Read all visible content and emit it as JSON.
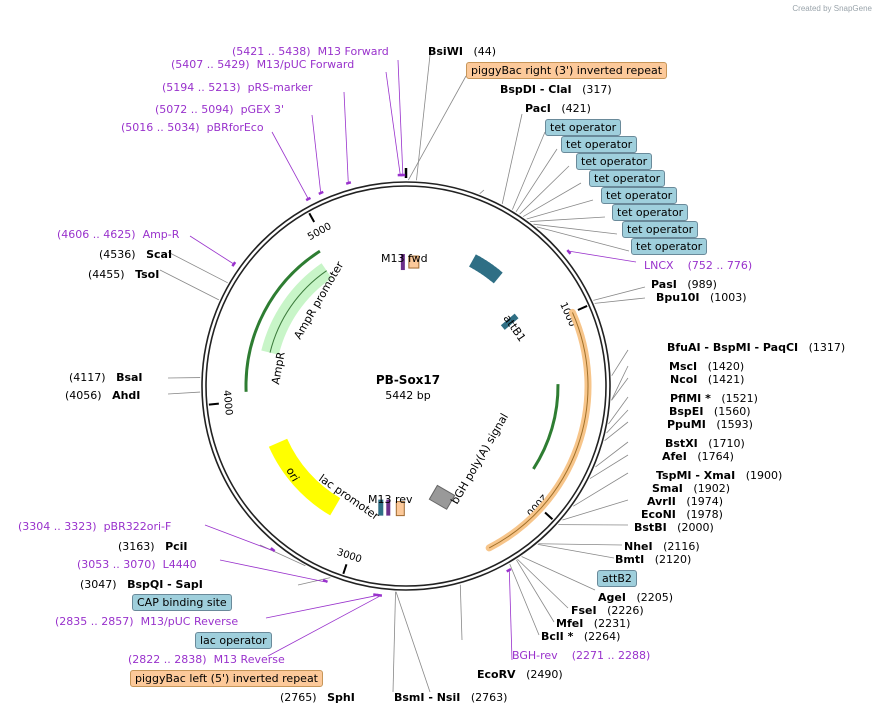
{
  "app": {
    "credit": "Created by  SnapGene"
  },
  "plasmid": {
    "name": "PB-Sox17",
    "size_label": "5442 bp",
    "total_bp": 5442
  },
  "colors": {
    "primer": "#9932cc",
    "operator_box": "#9fcfdc",
    "repeat_box": "#fcc99a",
    "promoter": "#c8f5c8",
    "ori": "#ffff00",
    "polyA": "#f7c58a",
    "marker": "#2e7d32"
  },
  "tick_labels": [
    "1000",
    "2000",
    "3000",
    "4000",
    "5000"
  ],
  "sites": [
    {
      "name": "BsiWI",
      "pos": "(44)"
    },
    {
      "name": "BspDI - ClaI",
      "pos": "(317)"
    },
    {
      "name": "PacI",
      "pos": "(421)"
    },
    {
      "name": "PasI",
      "pos": "(989)"
    },
    {
      "name": "Bpu10I",
      "pos": "(1003)"
    },
    {
      "name": "BfuAI - BspMI - PaqCI",
      "pos": "(1317)"
    },
    {
      "name": "MscI",
      "pos": "(1420)"
    },
    {
      "name": "NcoI",
      "pos": "(1421)"
    },
    {
      "name": "PflMI *",
      "pos": "(1521)"
    },
    {
      "name": "BspEI",
      "pos": "(1560)"
    },
    {
      "name": "PpuMI",
      "pos": "(1593)"
    },
    {
      "name": "BstXI",
      "pos": "(1710)"
    },
    {
      "name": "AfeI",
      "pos": "(1764)"
    },
    {
      "name": "TspMI - XmaI",
      "pos": "(1900)"
    },
    {
      "name": "SmaI",
      "pos": "(1902)"
    },
    {
      "name": "AvrII",
      "pos": "(1974)"
    },
    {
      "name": "EcoNI",
      "pos": "(1978)"
    },
    {
      "name": "BstBI",
      "pos": "(2000)"
    },
    {
      "name": "NheI",
      "pos": "(2116)"
    },
    {
      "name": "BmtI",
      "pos": "(2120)"
    },
    {
      "name": "AgeI",
      "pos": "(2205)"
    },
    {
      "name": "FseI",
      "pos": "(2226)"
    },
    {
      "name": "MfeI",
      "pos": "(2231)"
    },
    {
      "name": "BclI *",
      "pos": "(2264)"
    },
    {
      "name": "EcoRV",
      "pos": "(2490)"
    },
    {
      "name": "BsmI - NsiI",
      "pos": "(2763)"
    },
    {
      "name": "SphI",
      "pos": "(2765)"
    },
    {
      "name": "BspQI - SapI",
      "pos": "(3047)"
    },
    {
      "name": "PciI",
      "pos": "(3163)"
    },
    {
      "name": "AhdI",
      "pos": "(4056)"
    },
    {
      "name": "BsaI",
      "pos": "(4117)"
    },
    {
      "name": "TsoI",
      "pos": "(4455)"
    },
    {
      "name": "ScaI",
      "pos": "(4536)"
    }
  ],
  "primers": [
    {
      "range": "(5421 .. 5438)",
      "name": "M13 Forward"
    },
    {
      "range": "(5407 .. 5429)",
      "name": "M13/pUC Forward"
    },
    {
      "range": "(5194 .. 5213)",
      "name": "pRS-marker"
    },
    {
      "range": "(5072 .. 5094)",
      "name": "pGEX 3'"
    },
    {
      "range": "(5016 .. 5034)",
      "name": "pBRforEco"
    },
    {
      "range": "(4606 .. 4625)",
      "name": "Amp-R"
    },
    {
      "name": "LNCX",
      "range": "(752 .. 776)"
    },
    {
      "name": "BGH-rev",
      "range": "(2271 .. 2288)"
    },
    {
      "range": "(3304 .. 3323)",
      "name": "pBR322ori-F"
    },
    {
      "range": "(3053 .. 3070)",
      "name": "L4440"
    },
    {
      "range": "(2835 .. 2857)",
      "name": "M13/pUC Reverse"
    },
    {
      "range": "(2822 .. 2838)",
      "name": "M13 Reverse"
    }
  ],
  "feature_boxes": {
    "piggybac_right": "piggyBac right (3') inverted repeat",
    "piggybac_left": "piggyBac left (5') inverted repeat",
    "tet_operator": "tet operator",
    "attb2": "attB2",
    "cap": "CAP binding site",
    "lac_operator": "lac operator"
  },
  "inner_labels": {
    "m13fwd": "M13 fwd",
    "attb1": "attB1",
    "ampr_promoter": "AmpR promoter",
    "ampr": "AmpR",
    "ori": "ori",
    "lac_promoter": "lac promoter",
    "m13rev": "M13 rev",
    "bgh": "bGH poly(A) signal"
  }
}
